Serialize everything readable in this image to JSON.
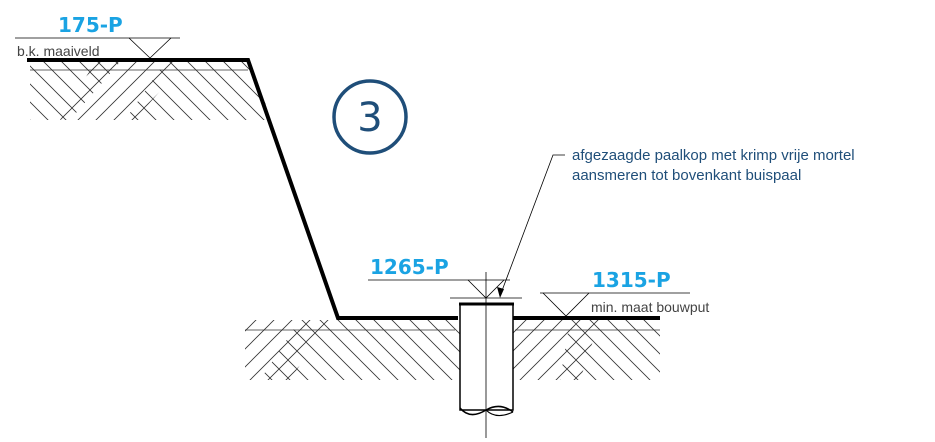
{
  "step_number": "3",
  "levels": {
    "ground": {
      "value": "175-P",
      "label": "b.k. maaiveld"
    },
    "pile_top": {
      "value": "1265-P"
    },
    "pit_bottom": {
      "value": "1315-P",
      "label": "min. maat bouwput"
    }
  },
  "annotation": {
    "line1": "afgezaagde paalkop met krimp vrije mortel",
    "line2": "aansmeren tot bovenkant buispaal"
  },
  "colors": {
    "level_text": "#1aa3e3",
    "annotation_text": "#1f4e79",
    "step_circle": "#1f4e79",
    "ground_line": "#000000",
    "hatch": "#333333"
  }
}
